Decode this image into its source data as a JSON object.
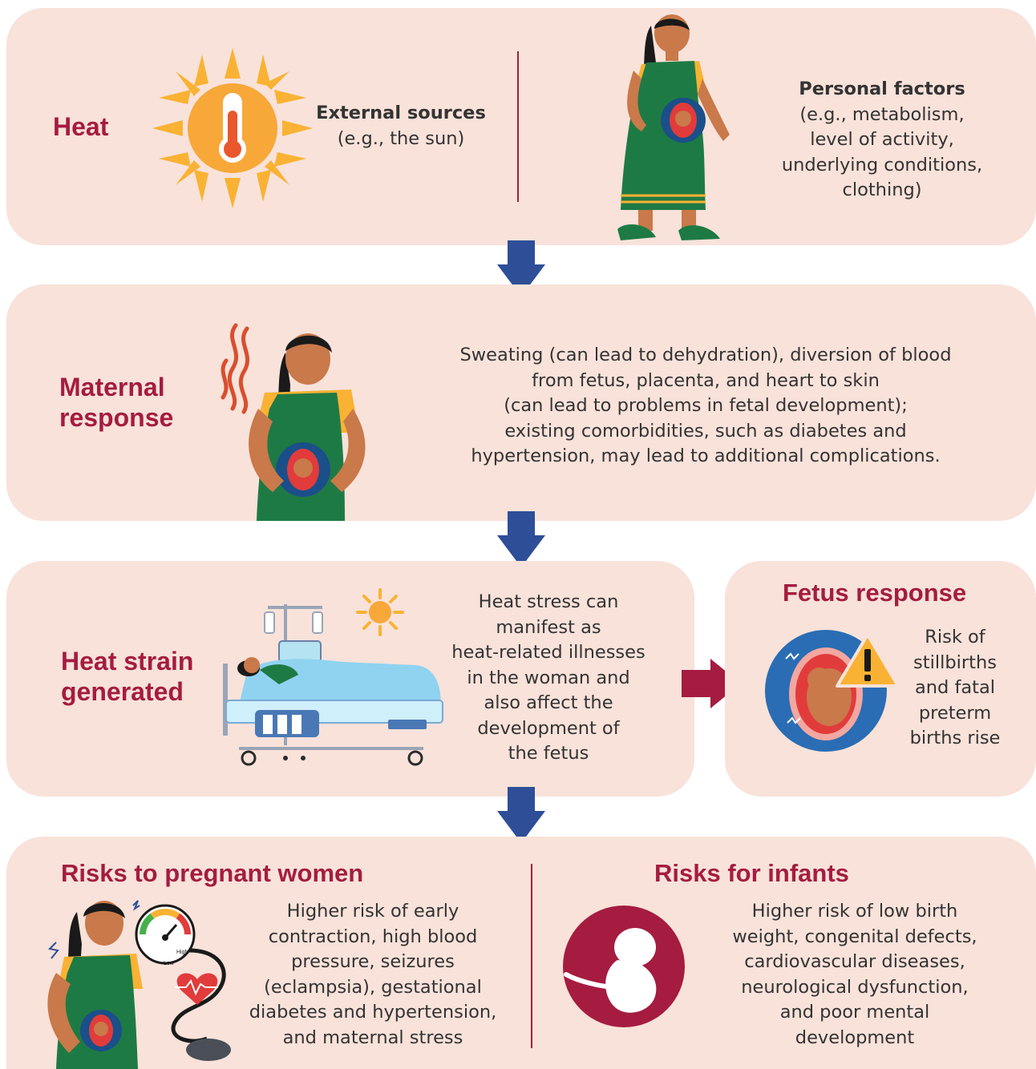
{
  "colors": {
    "panel": "#f8e2da",
    "title": "#a51c40",
    "arrow_blue": "#2e4e97",
    "arrow_red": "#a51c40",
    "text": "#333333"
  },
  "heat": {
    "title": "Heat",
    "external_title": "External sources",
    "external_example": "(e.g., the sun)",
    "personal_title": "Personal factors",
    "personal_lines": [
      "(e.g., metabolism,",
      "level of activity,",
      "underlying conditions,",
      "clothing)"
    ]
  },
  "maternal": {
    "title_lines": [
      "Maternal",
      "response"
    ],
    "text_lines": [
      "Sweating (can lead to dehydration), diversion of blood",
      "from fetus, placenta, and heart to skin",
      "(can lead to problems in fetal development);",
      "existing comorbidities, such as diabetes and",
      "hypertension, may lead to additional complications."
    ]
  },
  "strain": {
    "title_lines": [
      "Heat strain",
      "generated"
    ],
    "text_lines": [
      "Heat stress can",
      "manifest as",
      "heat-related illnesses",
      "in the woman and",
      "also affect the",
      "development of",
      "the fetus"
    ]
  },
  "fetus": {
    "title": "Fetus response",
    "text_lines": [
      "Risk of",
      "stillbirths",
      "and fatal",
      "preterm",
      "births rise"
    ]
  },
  "risks_women": {
    "title": "Risks to pregnant women",
    "text_lines": [
      "Higher risk of early",
      "contraction, high blood",
      "pressure, seizures",
      "(eclampsia), gestational",
      "diabetes and hypertension,",
      "and maternal stress"
    ],
    "gauge_high": "High",
    "gauge_low": "Low"
  },
  "risks_infants": {
    "title": "Risks for infants",
    "text_lines": [
      "Higher risk of low birth",
      "weight, congenital defects,",
      "cardiovascular diseases,",
      "neurological dysfunction,",
      "and poor mental",
      "development"
    ]
  },
  "icons": [
    "sun-thermometer-icon",
    "pregnant-woman-standing-icon",
    "pregnant-woman-heat-icon",
    "hospital-bed-icon",
    "small-sun-icon",
    "fetus-warning-icon",
    "blood-pressure-gauge-icon",
    "fetus-circle-icon"
  ]
}
